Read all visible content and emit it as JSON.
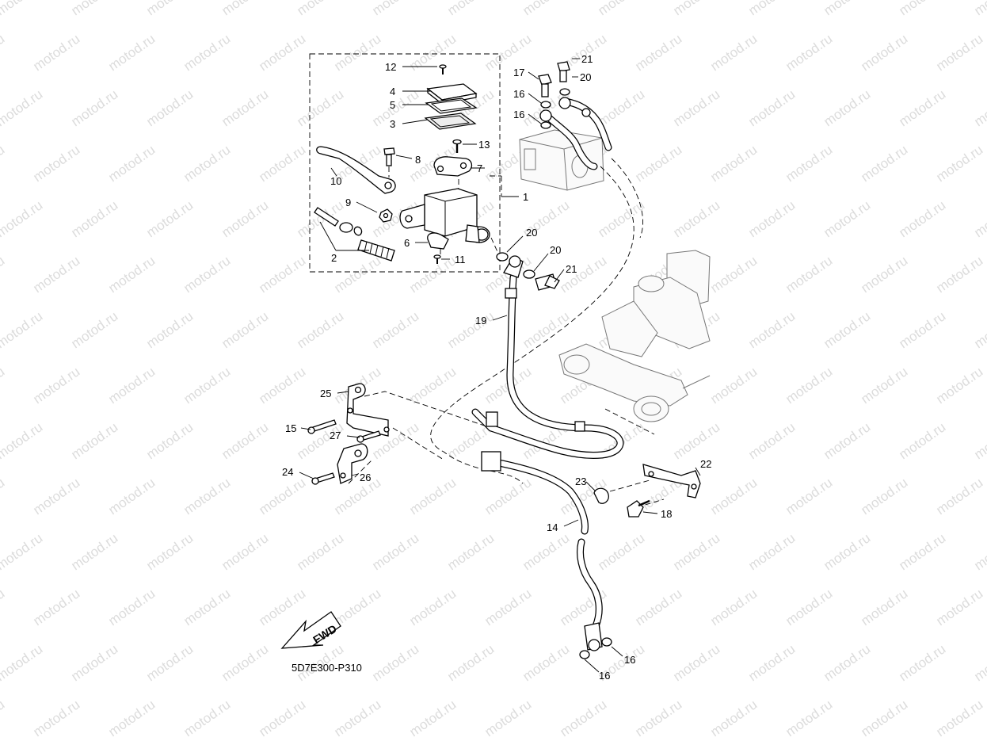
{
  "watermark": "motod.ru",
  "diagram_code": "5D7E300-P310",
  "direction_label": "FWD",
  "callouts": [
    {
      "id": "c12",
      "text": "12"
    },
    {
      "id": "c4",
      "text": "4"
    },
    {
      "id": "c5",
      "text": "5"
    },
    {
      "id": "c3",
      "text": "3"
    },
    {
      "id": "c13",
      "text": "13"
    },
    {
      "id": "c8",
      "text": "8"
    },
    {
      "id": "c7",
      "text": "7"
    },
    {
      "id": "c10",
      "text": "10"
    },
    {
      "id": "c1",
      "text": "1"
    },
    {
      "id": "c9",
      "text": "9"
    },
    {
      "id": "c2",
      "text": "2"
    },
    {
      "id": "c6",
      "text": "6"
    },
    {
      "id": "c11",
      "text": "11"
    },
    {
      "id": "c17",
      "text": "17"
    },
    {
      "id": "c21a",
      "text": "21"
    },
    {
      "id": "c20a",
      "text": "20"
    },
    {
      "id": "c16a",
      "text": "16"
    },
    {
      "id": "c16b",
      "text": "16"
    },
    {
      "id": "c20b",
      "text": "20"
    },
    {
      "id": "c20c",
      "text": "20"
    },
    {
      "id": "c21b",
      "text": "21"
    },
    {
      "id": "c19",
      "text": "19"
    },
    {
      "id": "c25",
      "text": "25"
    },
    {
      "id": "c15",
      "text": "15"
    },
    {
      "id": "c27",
      "text": "27"
    },
    {
      "id": "c24",
      "text": "24"
    },
    {
      "id": "c26",
      "text": "26"
    },
    {
      "id": "c22",
      "text": "22"
    },
    {
      "id": "c23",
      "text": "23"
    },
    {
      "id": "c18",
      "text": "18"
    },
    {
      "id": "c14",
      "text": "14"
    },
    {
      "id": "c16c",
      "text": "16"
    },
    {
      "id": "c16d",
      "text": "16"
    }
  ]
}
